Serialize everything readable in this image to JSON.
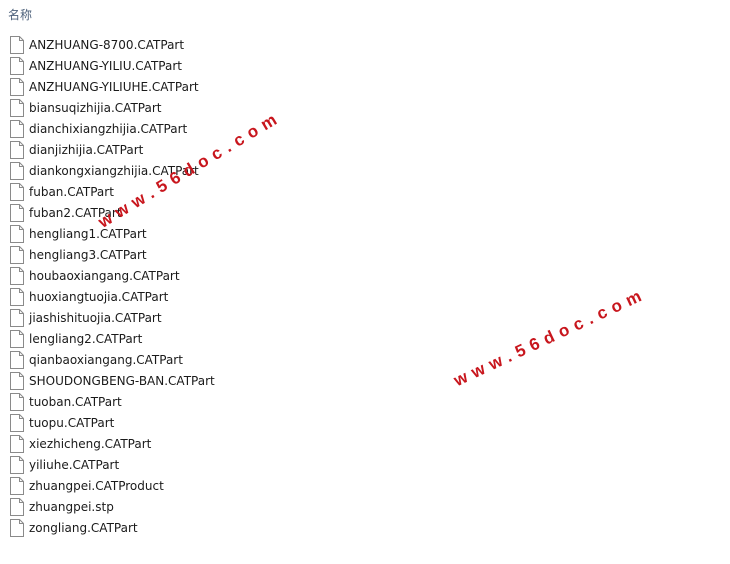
{
  "header": {
    "name_column": "名称"
  },
  "files": [
    {
      "name": "ANZHUANG-8700.CATPart",
      "icon": "file-icon"
    },
    {
      "name": "ANZHUANG-YILIU.CATPart",
      "icon": "file-icon"
    },
    {
      "name": "ANZHUANG-YILIUHE.CATPart",
      "icon": "file-icon"
    },
    {
      "name": "biansuqizhijia.CATPart",
      "icon": "file-icon"
    },
    {
      "name": "dianchixiangzhijia.CATPart",
      "icon": "file-icon"
    },
    {
      "name": "dianjizhijia.CATPart",
      "icon": "file-icon"
    },
    {
      "name": "diankongxiangzhijia.CATPart",
      "icon": "file-icon"
    },
    {
      "name": "fuban.CATPart",
      "icon": "file-icon"
    },
    {
      "name": "fuban2.CATPart",
      "icon": "file-icon"
    },
    {
      "name": "hengliang1.CATPart",
      "icon": "file-icon"
    },
    {
      "name": "hengliang3.CATPart",
      "icon": "file-icon"
    },
    {
      "name": "houbaoxiangang.CATPart",
      "icon": "file-icon"
    },
    {
      "name": "huoxiangtuojia.CATPart",
      "icon": "file-icon"
    },
    {
      "name": "jiashishituojia.CATPart",
      "icon": "file-icon"
    },
    {
      "name": "lengliang2.CATPart",
      "icon": "file-icon"
    },
    {
      "name": "qianbaoxiangang.CATPart",
      "icon": "file-icon"
    },
    {
      "name": "SHOUDONGBENG-BAN.CATPart",
      "icon": "file-icon"
    },
    {
      "name": "tuoban.CATPart",
      "icon": "file-icon"
    },
    {
      "name": "tuopu.CATPart",
      "icon": "file-icon"
    },
    {
      "name": "xiezhicheng.CATPart",
      "icon": "file-icon"
    },
    {
      "name": "yiliuhe.CATPart",
      "icon": "file-icon"
    },
    {
      "name": "zhuangpei.CATProduct",
      "icon": "file-icon"
    },
    {
      "name": "zhuangpei.stp",
      "icon": "file-icon"
    },
    {
      "name": "zongliang.CATPart",
      "icon": "file-icon"
    }
  ],
  "watermarks": [
    {
      "text": "www.56doc.com"
    },
    {
      "text": "www.56doc.com"
    }
  ],
  "colors": {
    "header_text": "#4c607a",
    "file_text": "#1a1a1a",
    "watermark": "#c8161d"
  }
}
